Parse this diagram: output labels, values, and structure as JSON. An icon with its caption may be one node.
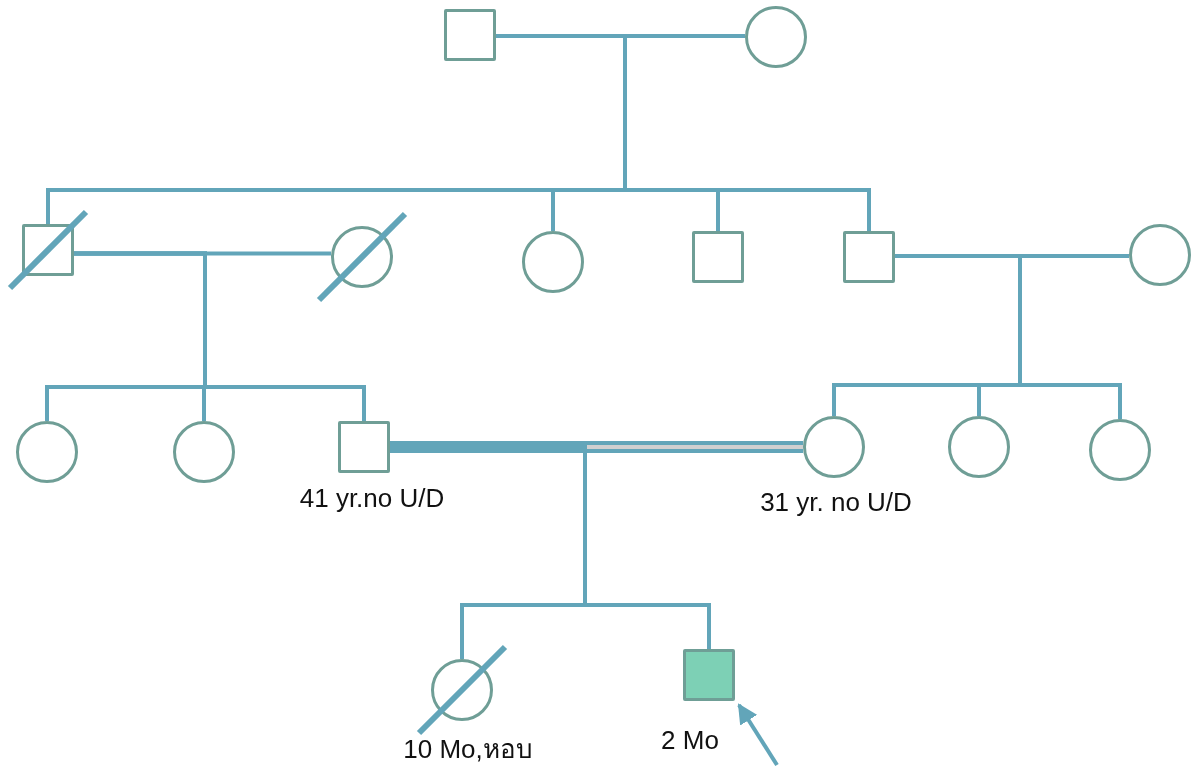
{
  "diagram": {
    "nodes": [
      {
        "text": [],
        "shape": "box"
      },
      {
        "text": [],
        "shape": "circle"
      },
      {
        "text": [],
        "shape": "box"
      },
      {
        "text": [],
        "shape": "circle"
      },
      {
        "text": [],
        "shape": "circle"
      },
      {
        "text": [],
        "shape": "box"
      },
      {
        "text": [],
        "shape": "box"
      },
      {
        "text": [],
        "shape": "circle"
      },
      {
        "text": [],
        "shape": "circle"
      },
      {
        "text": [],
        "shape": "circle"
      },
      {
        "text": [],
        "shape": "box",
        "beside": [
          "41 yr.no U/D"
        ]
      },
      {
        "text": [],
        "shape": "circle",
        "beside": [
          "31 yr. no U/D"
        ]
      },
      {
        "text": [],
        "shape": "circle"
      },
      {
        "text": [],
        "shape": "circle"
      },
      {
        "text": [],
        "shape": "circle",
        "beside": [
          "10 Mo,หอบ"
        ]
      },
      {
        "text": [],
        "shape": "box",
        "beside": [
          "2 Mo"
        ]
      }
    ],
    "edges": [
      {
        "from": 0,
        "to": 1,
        "arrow": "none"
      },
      {
        "from": 0,
        "to": 2,
        "arrow": "none"
      },
      {
        "from": 0,
        "to": 4,
        "arrow": "none"
      },
      {
        "from": 0,
        "to": 5,
        "arrow": "none"
      },
      {
        "from": 0,
        "to": 6,
        "arrow": "none"
      },
      {
        "from": 2,
        "to": 3,
        "arrow": "none"
      },
      {
        "from": 2,
        "to": 8,
        "arrow": "none"
      },
      {
        "from": 2,
        "to": 9,
        "arrow": "none"
      },
      {
        "from": 2,
        "to": 10,
        "arrow": "none"
      },
      {
        "from": 6,
        "to": 7,
        "arrow": "none"
      },
      {
        "from": 6,
        "to": 11,
        "arrow": "none"
      },
      {
        "from": 6,
        "to": 12,
        "arrow": "none"
      },
      {
        "from": 6,
        "to": 13,
        "arrow": "none"
      },
      {
        "from": 10,
        "to": 11,
        "arrow": "none",
        "style": "thick"
      },
      {
        "from": 10,
        "to": 14,
        "arrow": "none"
      },
      {
        "from": 10,
        "to": 15,
        "arrow": "none"
      },
      {
        "from": null,
        "to": 15,
        "arrow": "to"
      }
    ]
  }
}
